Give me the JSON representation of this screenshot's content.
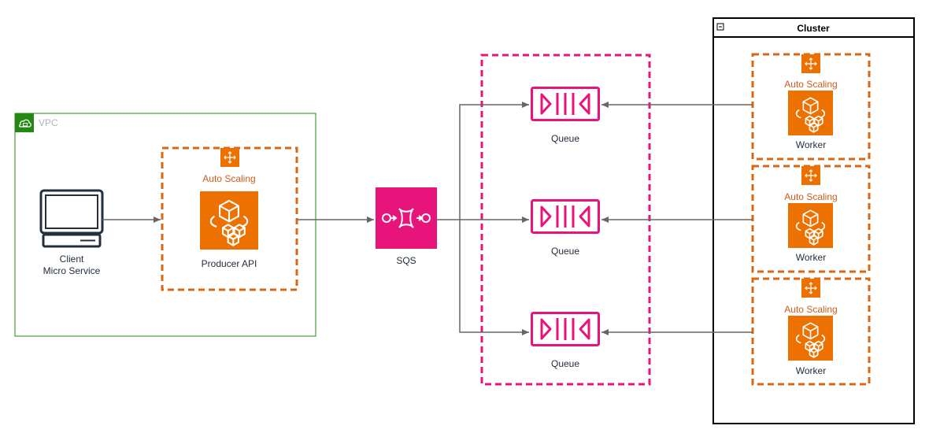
{
  "colors": {
    "vpc_border": "#248814",
    "auto_scaling": "#d86613",
    "sqs_pink": "#e7157b",
    "arrow": "#666666",
    "client": "#232f3e"
  },
  "vpc": {
    "label": "VPC",
    "icon": "cloud-lock-icon"
  },
  "client": {
    "line1": "Client",
    "line2": "Micro Service",
    "icon": "computer-icon"
  },
  "producer": {
    "group_label": "Auto Scaling",
    "label": "Producer API",
    "icon": "ec2-auto-scaling-icon"
  },
  "sqs": {
    "label": "SQS",
    "icon": "sqs-icon"
  },
  "queues": [
    {
      "label": "Queue",
      "icon": "queue-icon"
    },
    {
      "label": "Queue",
      "icon": "queue-icon"
    },
    {
      "label": "Queue",
      "icon": "queue-icon"
    }
  ],
  "cluster": {
    "title": "Cluster",
    "workers": [
      {
        "group_label": "Auto Scaling",
        "label": "Worker"
      },
      {
        "group_label": "Auto Scaling",
        "label": "Worker"
      },
      {
        "group_label": "Auto Scaling",
        "label": "Worker"
      }
    ]
  }
}
